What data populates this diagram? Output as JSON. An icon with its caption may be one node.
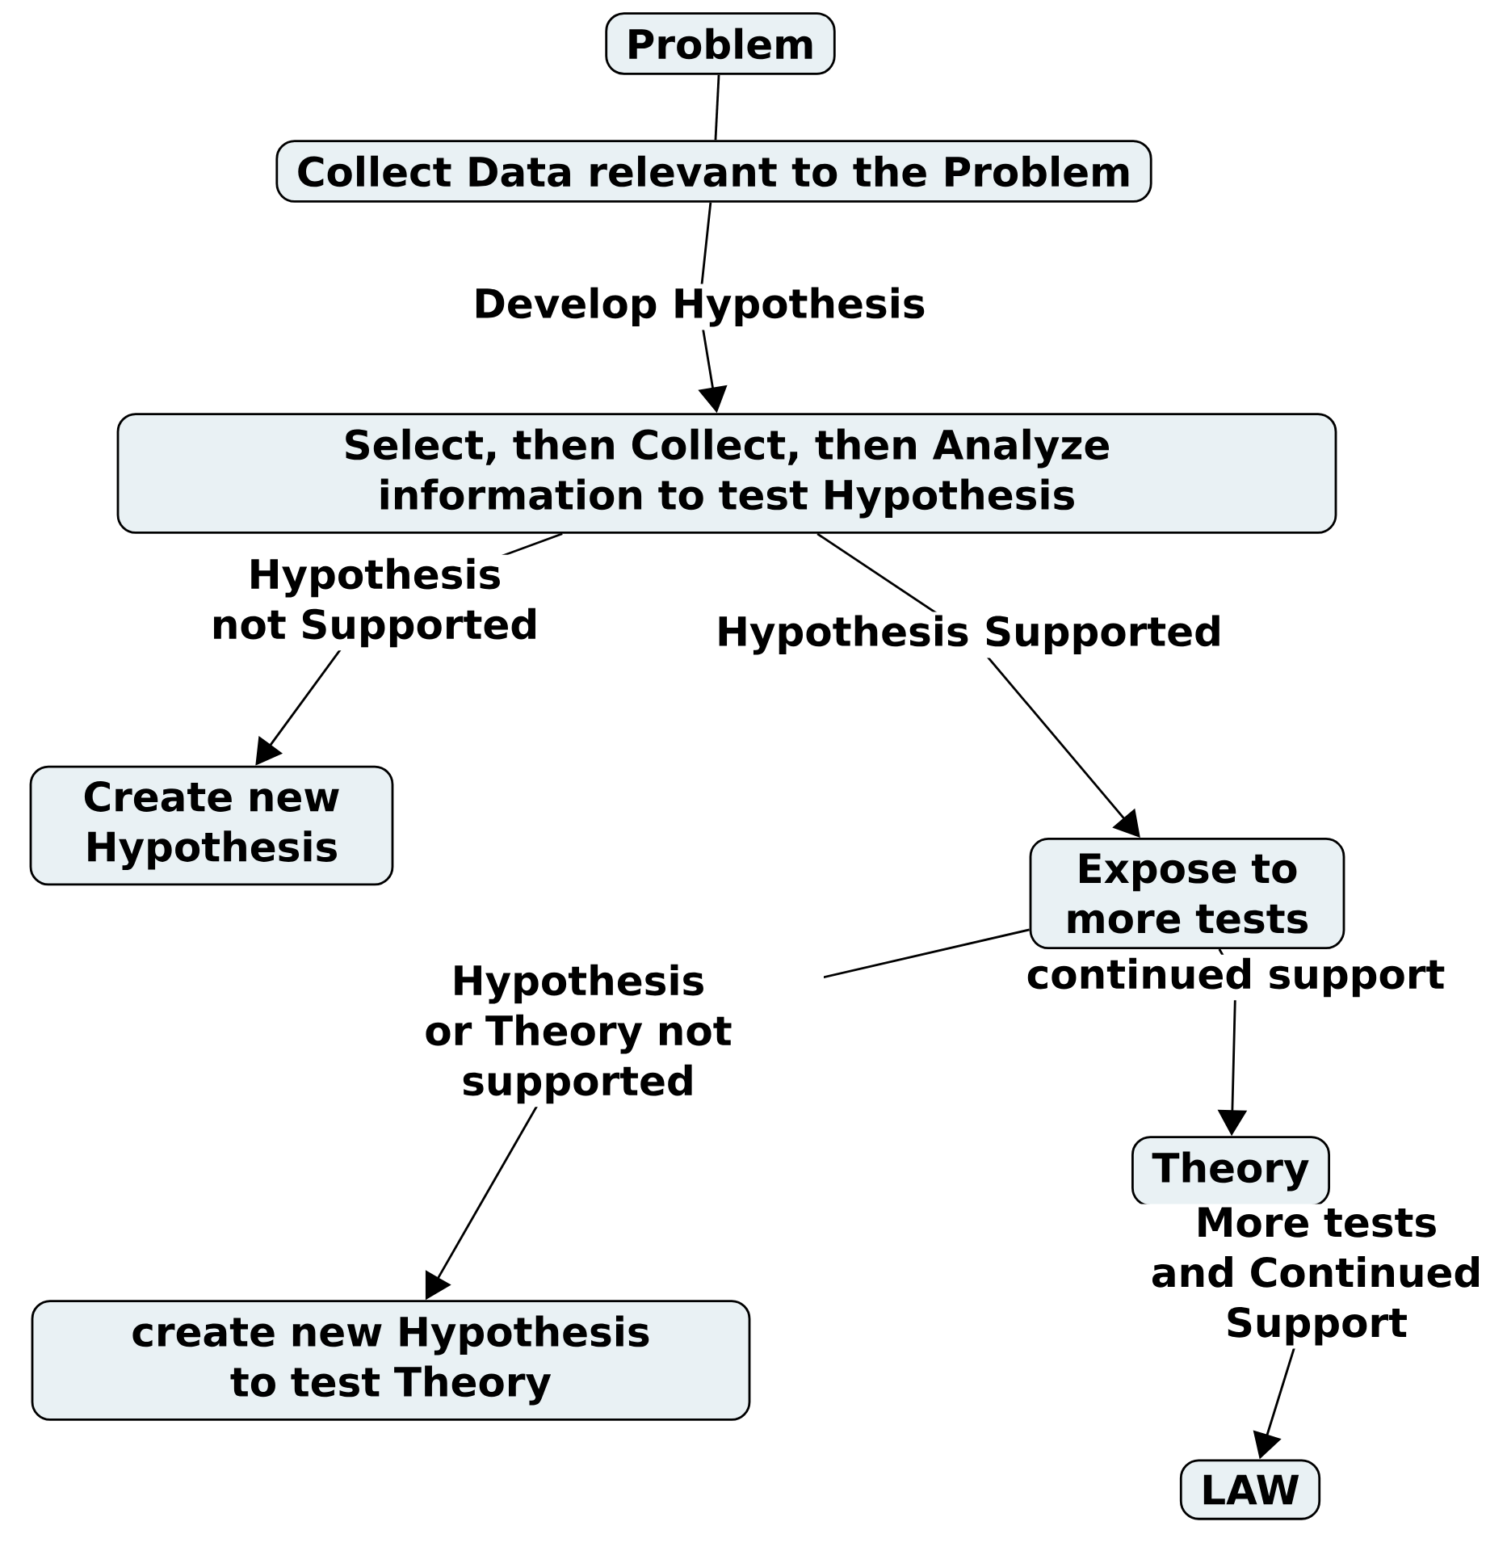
{
  "diagram": {
    "nodes": [
      {
        "text": [
          "Problem"
        ]
      },
      {
        "text": [
          "Collect Data relevant to the Problem"
        ]
      },
      {
        "text": [
          "Select, then Collect, then Analyze information to test Hypothesis"
        ]
      },
      {
        "text": [
          "Create new Hypothesis"
        ]
      },
      {
        "text": [
          "Expose to more tests"
        ]
      },
      {
        "text": [
          "Theory"
        ]
      },
      {
        "text": [
          "create new Hypothesis to test Theory"
        ]
      },
      {
        "text": [
          "LAW"
        ]
      }
    ],
    "edges": [
      {
        "from": 0,
        "to": 1,
        "arrow": "none"
      },
      {
        "from": 1,
        "to": 2,
        "arrow": "to",
        "label": "Develop Hypothesis"
      },
      {
        "from": 2,
        "to": 3,
        "arrow": "to",
        "label": "Hypothesis not Supported"
      },
      {
        "from": 2,
        "to": 4,
        "arrow": "to",
        "label": "Hypothesis Supported"
      },
      {
        "from": 4,
        "to": 6,
        "arrow": "to",
        "label": "Hypothesis or Theory not supported"
      },
      {
        "from": 4,
        "to": 5,
        "arrow": "to",
        "label": "continued support"
      },
      {
        "from": 5,
        "to": 7,
        "arrow": "to",
        "label": "More tests and Continued Support"
      }
    ]
  }
}
